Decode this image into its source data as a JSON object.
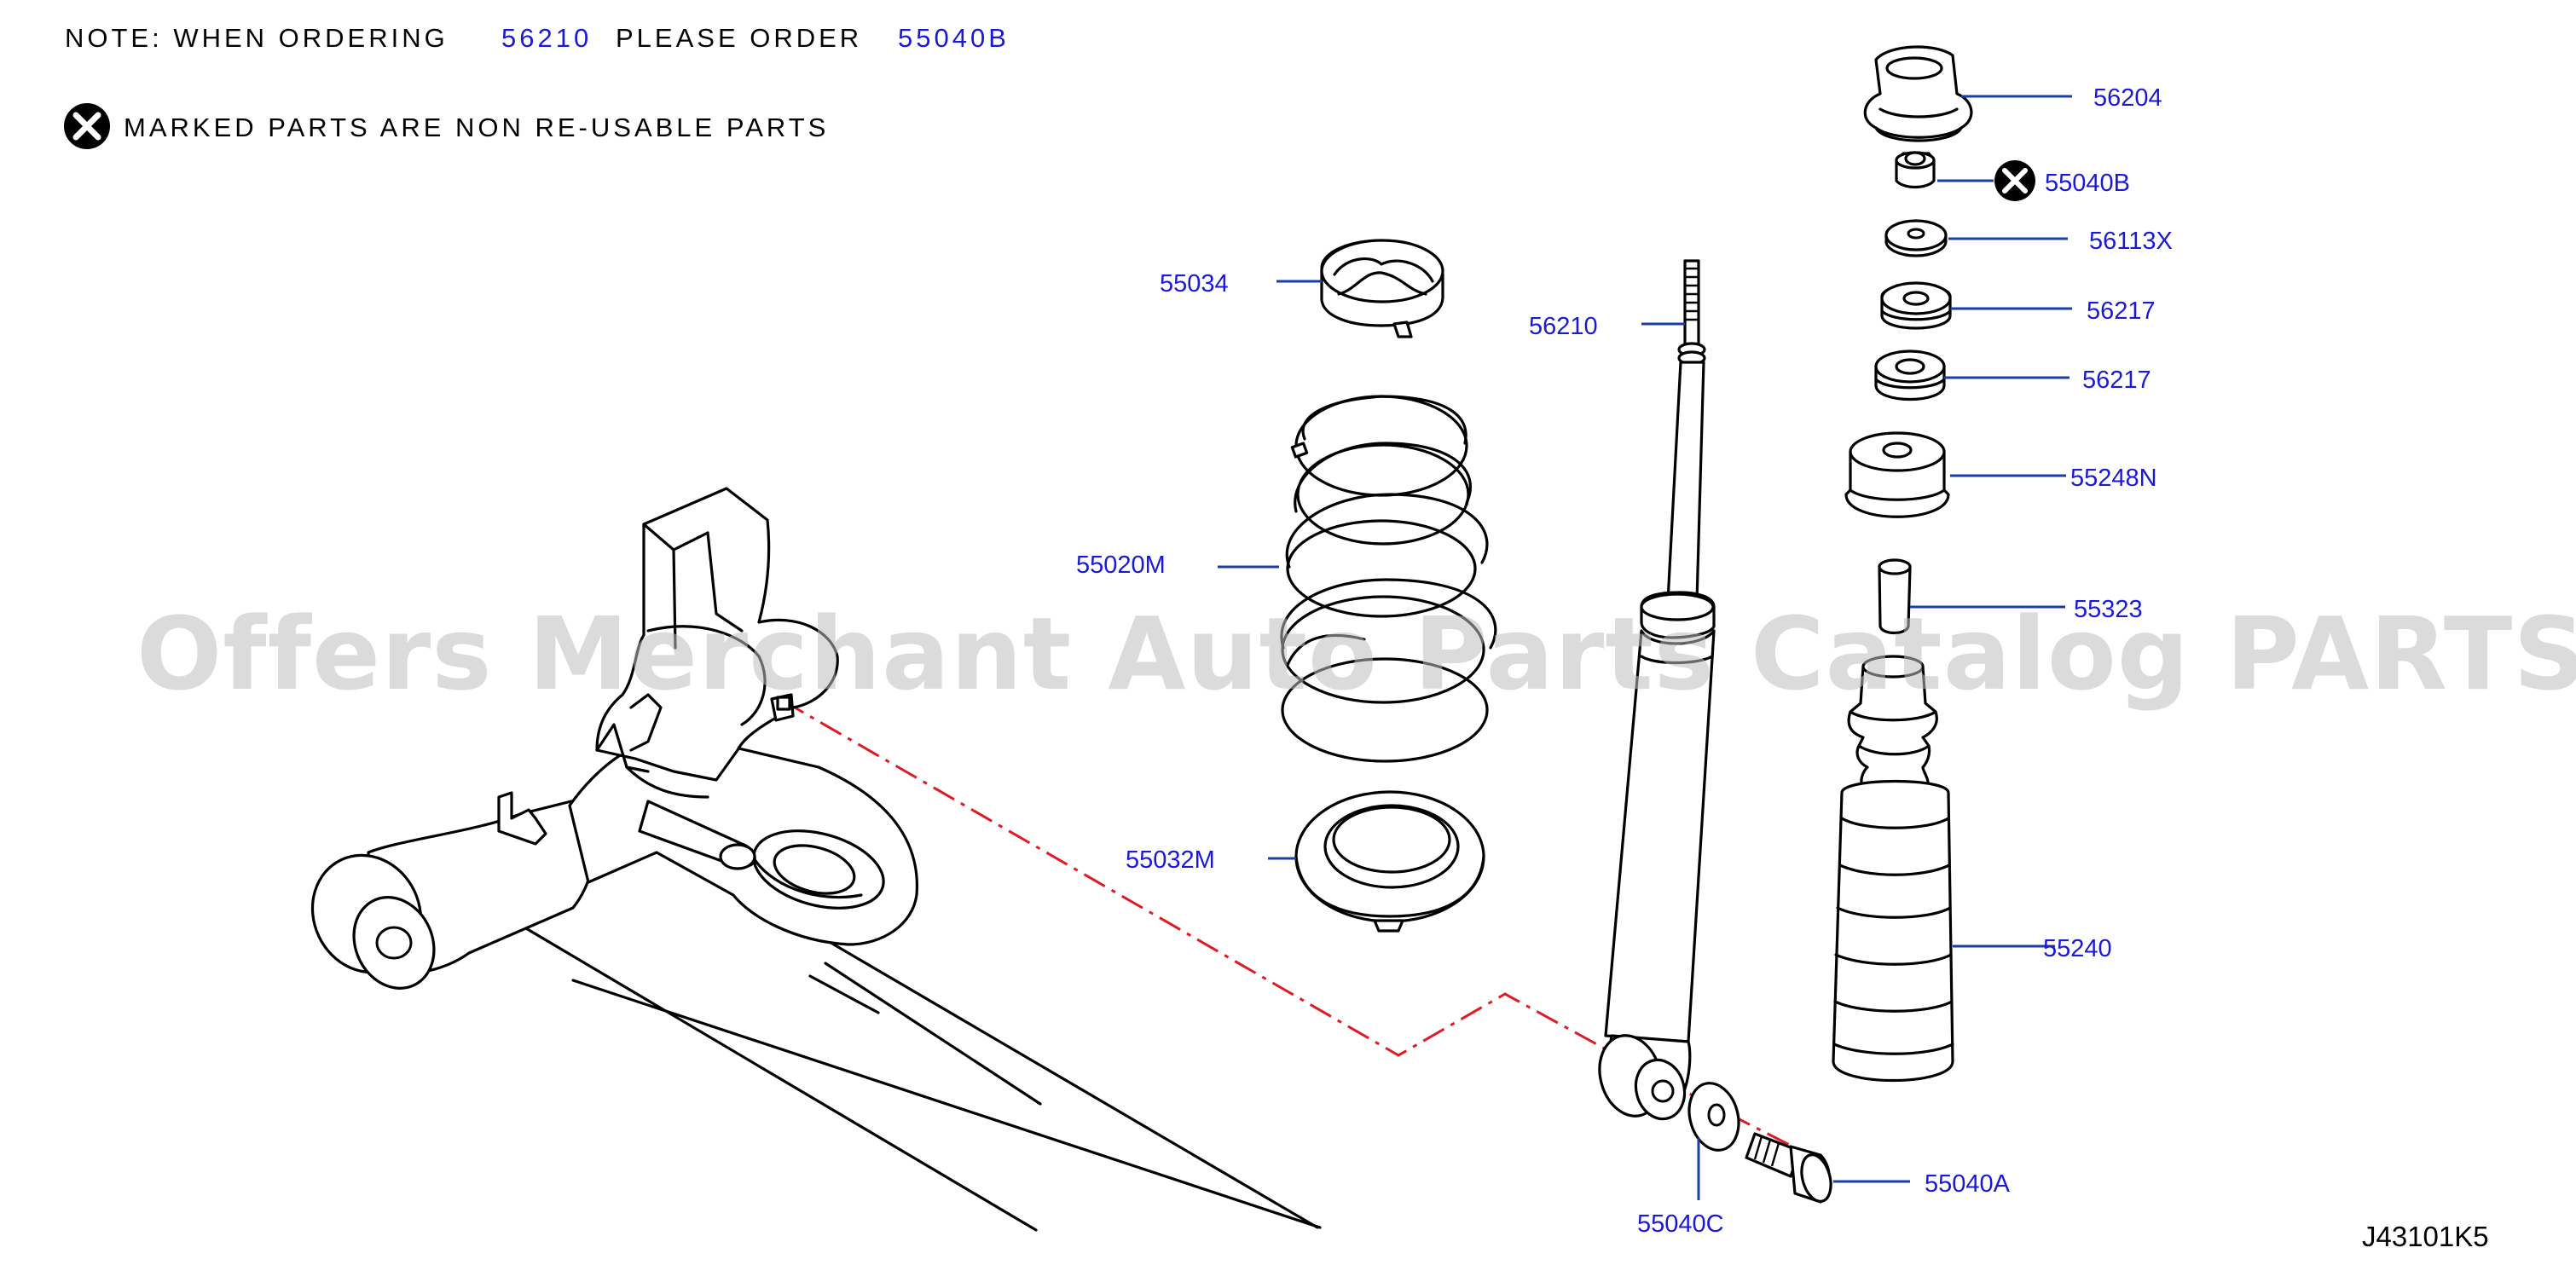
{
  "note": {
    "when_ordering": "NOTE:   WHEN   ORDERING",
    "part_a": "56210",
    "please_order": "PLEASE   ORDER",
    "part_b": "55040B",
    "marked_text": "MARKED   PARTS   ARE    NON   RE-USABLE   PARTS"
  },
  "callouts": {
    "p56204": "56204",
    "p55040B": "55040B",
    "p56113X": "56113X",
    "p56217a": "56217",
    "p56217b": "56217",
    "p55248N": "55248N",
    "p55323": "55323",
    "p55240": "55240",
    "p55034": "55034",
    "p56210": "56210",
    "p55020M": "55020M",
    "p55032M": "55032M",
    "p55040C": "55040C",
    "p55040A": "55040A"
  },
  "watermark": "Offers Merchant Auto Parts Catalog PARTSTORE.SA",
  "diagram_code": "J43101K5",
  "colors": {
    "callout_text": "#1a1ad6",
    "leader": "#1a3ea6",
    "center_line": "#e01b24",
    "watermark": "#bdbdbd"
  },
  "icons": {
    "non_reusable": "circle-x-icon"
  }
}
